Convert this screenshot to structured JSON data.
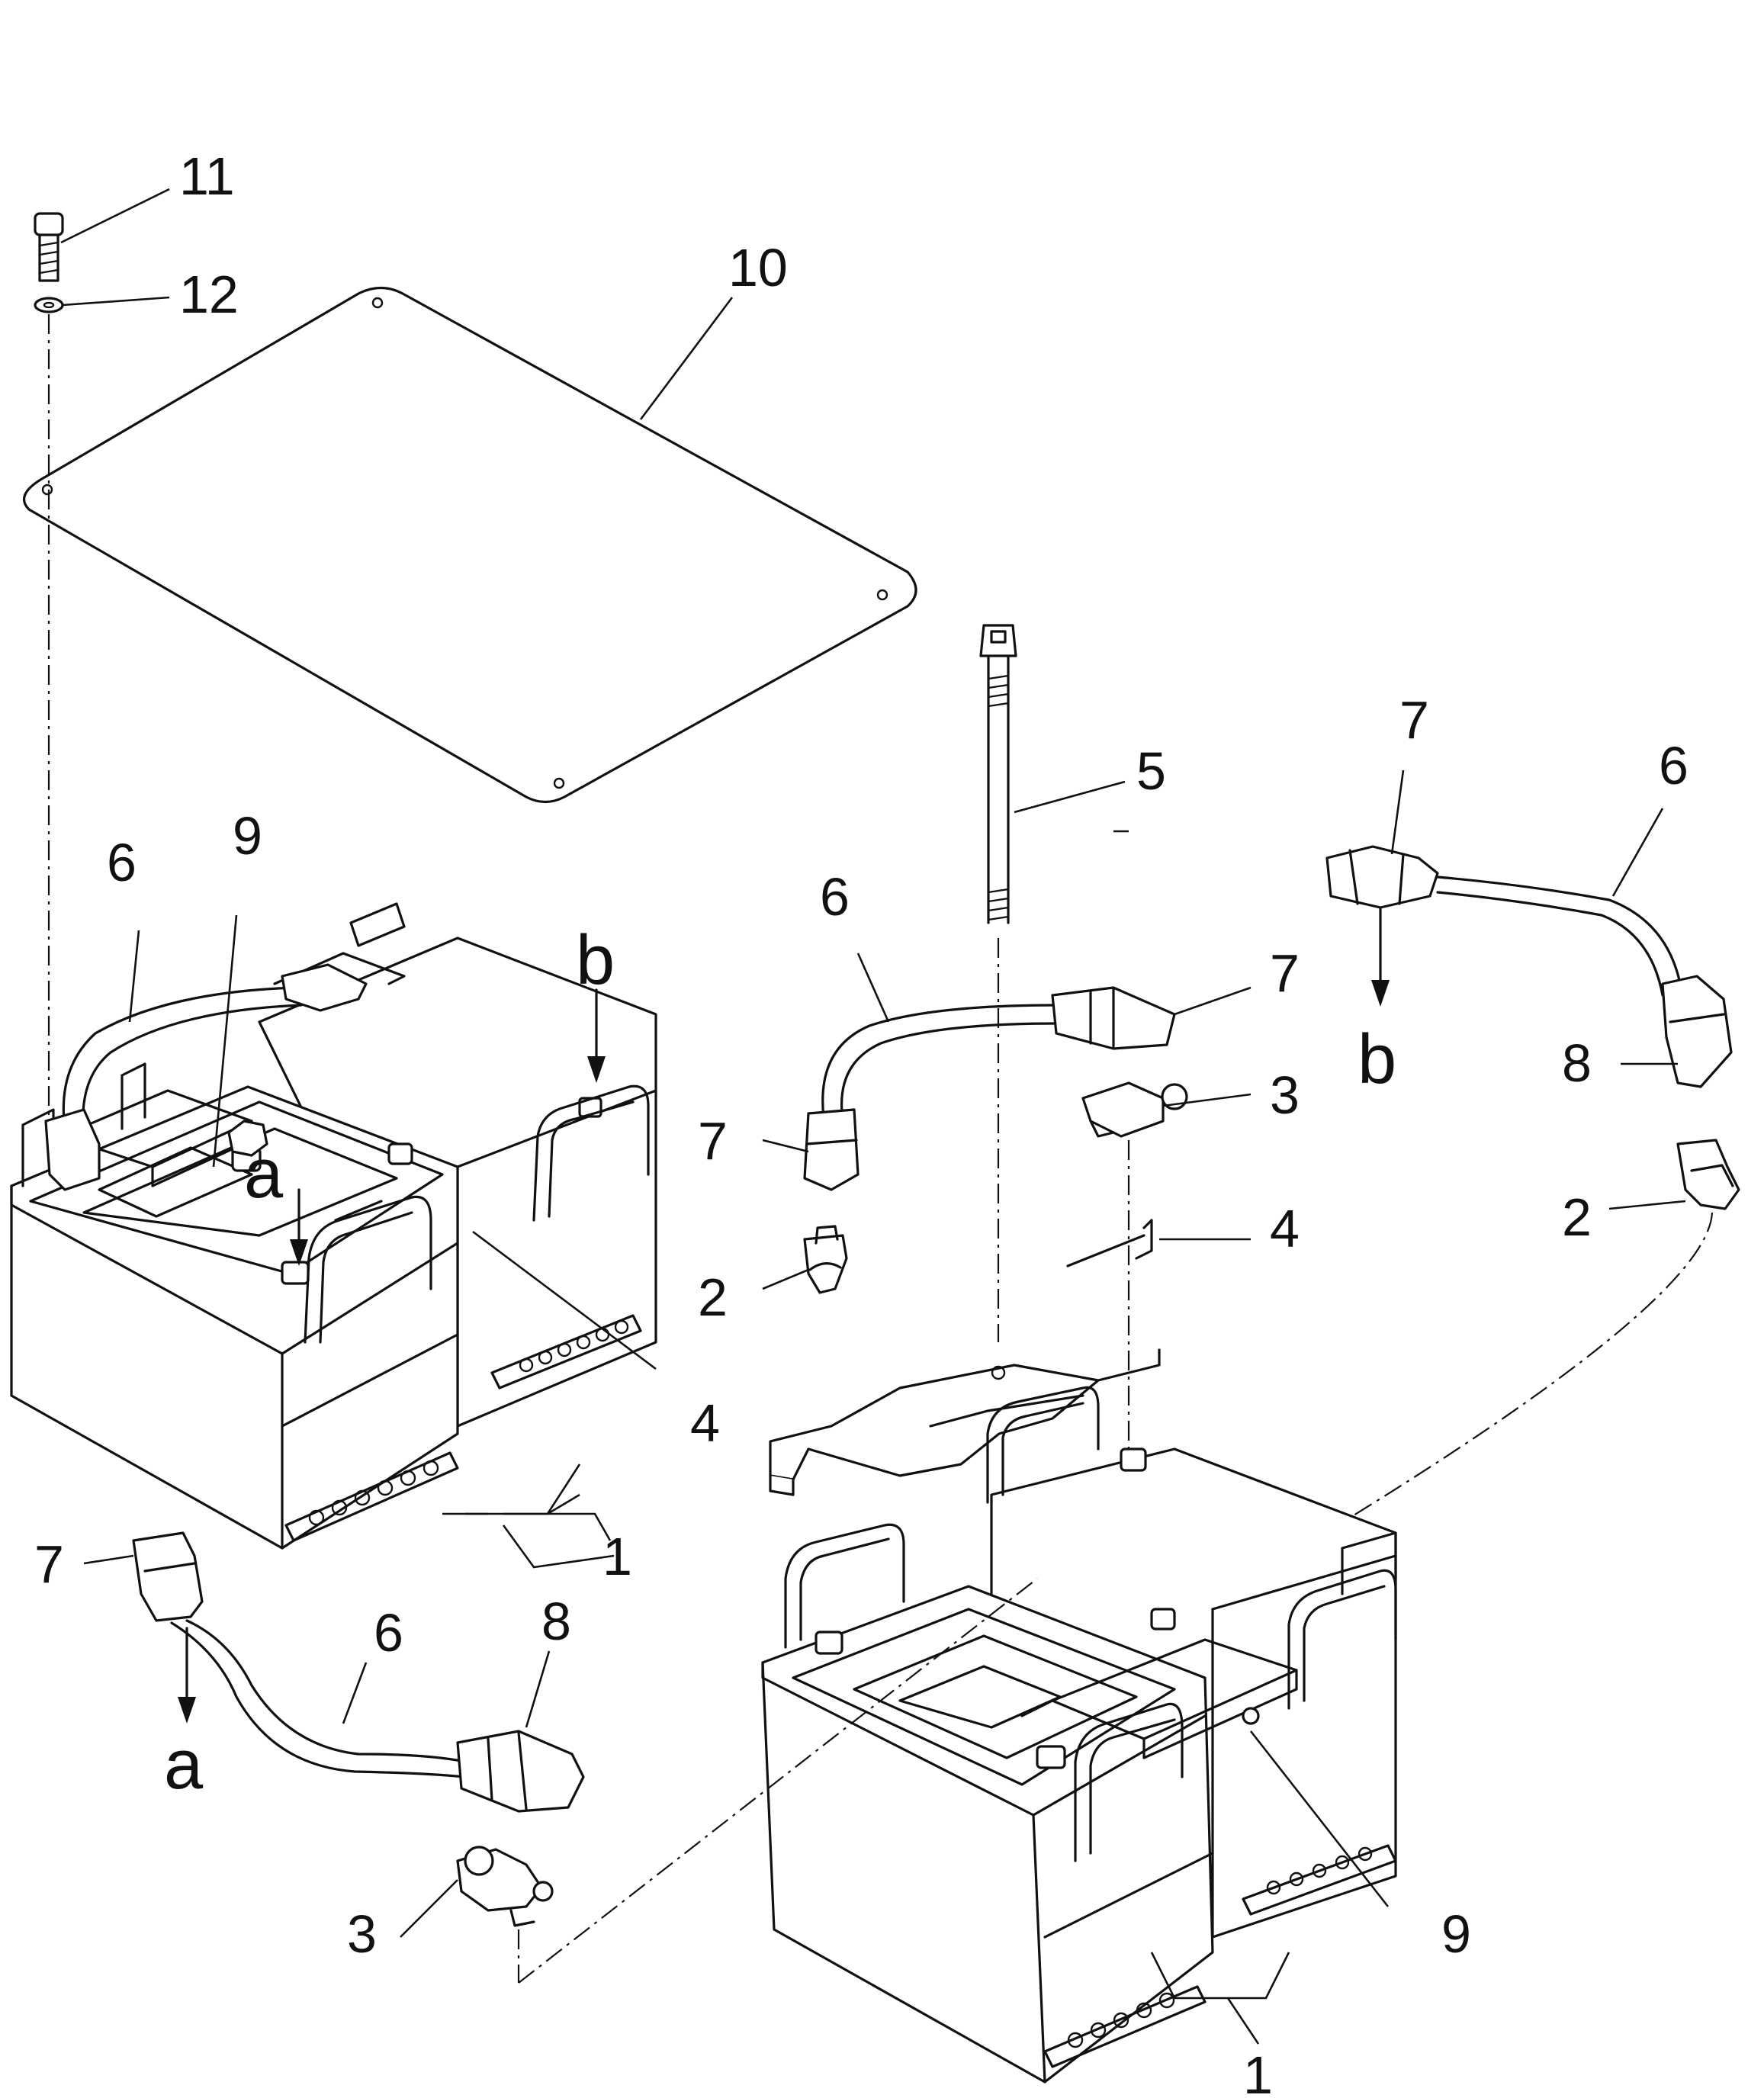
{
  "callouts": {
    "c11": "11",
    "c12": "12",
    "c10": "10",
    "c5": "5",
    "c7": "7",
    "c6": "6",
    "c9": "9",
    "c3": "3",
    "c4": "4",
    "c2": "2",
    "c8": "8",
    "c1": "1"
  },
  "view_refs": {
    "a": "a",
    "b": "b"
  }
}
